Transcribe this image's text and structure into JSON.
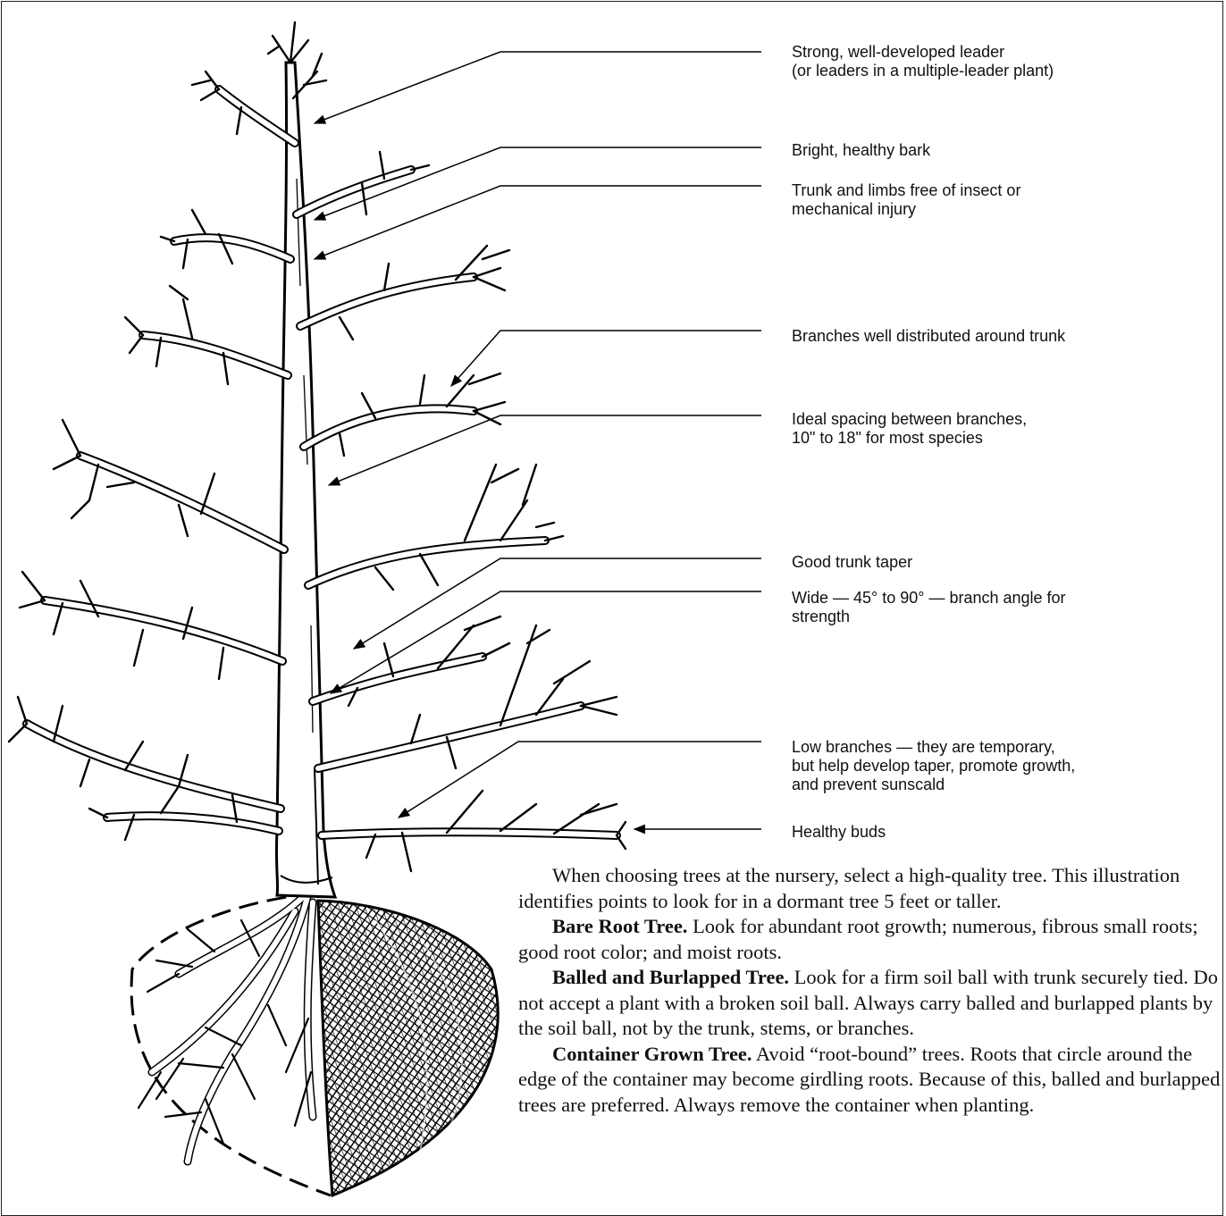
{
  "callouts": [
    {
      "id": "leader",
      "lines": [
        "Strong, well-developed leader",
        "(or leaders in a multiple-leader plant)"
      ]
    },
    {
      "id": "bark",
      "lines": [
        "Bright, healthy bark"
      ]
    },
    {
      "id": "trunk-limbs",
      "lines": [
        "Trunk and limbs free of insect or",
        "mechanical injury"
      ]
    },
    {
      "id": "branch-distribution",
      "lines": [
        "Branches well distributed around trunk"
      ]
    },
    {
      "id": "branch-spacing",
      "lines": [
        "Ideal spacing between branches,",
        "10\" to 18\" for most species"
      ]
    },
    {
      "id": "trunk-taper",
      "lines": [
        "Good trunk taper"
      ]
    },
    {
      "id": "branch-angle",
      "lines": [
        "Wide — 45° to 90° — branch angle for",
        "strength"
      ]
    },
    {
      "id": "low-branches",
      "lines": [
        "Low branches — they are temporary,",
        "but help develop taper, promote growth,",
        "and prevent sunscald"
      ]
    },
    {
      "id": "buds",
      "lines": [
        "Healthy buds"
      ]
    }
  ],
  "body": {
    "intro": "When choosing trees at the nursery, select a high-quality tree. This illustration identifies points to look for in a dormant tree 5 feet or taller.",
    "bare_root": {
      "heading": "Bare Root Tree.",
      "text": " Look for abundant root growth; numerous, fibrous small roots; good root color; and moist roots."
    },
    "balled": {
      "heading": "Balled and Burlapped Tree.",
      "text": " Look for a firm soil ball with trunk securely tied. Do not accept a plant with a broken soil ball. Always carry balled and burlapped plants by the soil ball, not by the trunk, stems, or branches."
    },
    "container": {
      "heading": "Container Grown Tree.",
      "text": " Avoid “root-bound” trees. Roots that circle around the edge of the container may become girdling roots. Because of this, balled and burlapped trees are preferred. Always remove the container when planting."
    }
  }
}
